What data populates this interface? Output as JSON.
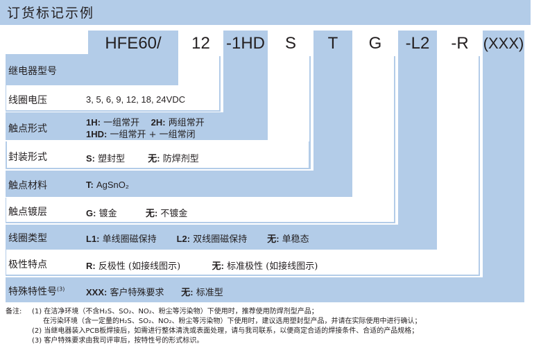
{
  "title": "订货标记示例",
  "codes": [
    "HFE60/",
    "12",
    "-1HD",
    "S",
    "T",
    "G",
    "-L2",
    "-R",
    "(XXX)"
  ],
  "rows": [
    {
      "label": "继电器型号",
      "desc": ""
    },
    {
      "label": "线圈电压",
      "desc": "3, 5, 6, 9, 12, 18, 24VDC"
    },
    {
      "label": "触点形式",
      "desc_1a_key": "1H:",
      "desc_1a_val": "一组常开",
      "desc_1b_key": "2H:",
      "desc_1b_val": "两组常开",
      "desc_2_key": "1HD:",
      "desc_2_val": "一组常开 + 一组常闭"
    },
    {
      "label": "封装形式",
      "desc_a_key": "S:",
      "desc_a_val": "塑封型",
      "desc_b_key": "无:",
      "desc_b_val": "防焊剂型"
    },
    {
      "label": "触点材料",
      "desc_a_key": "T:",
      "desc_a_val": "AgSnO₂"
    },
    {
      "label": "触点镀层",
      "desc_a_key": "G:",
      "desc_a_val": "镀金",
      "desc_b_key": "无:",
      "desc_b_val": "不镀金"
    },
    {
      "label": "线圈类型",
      "desc_a_key": "L1:",
      "desc_a_val": "单线圈磁保持",
      "desc_b_key": "L2:",
      "desc_b_val": "双线圈磁保持",
      "desc_c_key": "无:",
      "desc_c_val": "单稳态"
    },
    {
      "label": "极性特点",
      "desc_a_key": "R:",
      "desc_a_val": "反极性 (如接线图示)",
      "desc_b_key": "无:",
      "desc_b_val": "标准极性 (如接线图示)"
    },
    {
      "label": "特殊特性号",
      "label_sup": "(3)",
      "desc_a_key": "XXX:",
      "desc_a_val": "客户特殊要求",
      "desc_b_key": "无:",
      "desc_b_val": "标准型"
    }
  ],
  "notes": {
    "prefix": "备注:",
    "n1a": "(1) 在洁净环境（不含H₂S、SO₂、NO₂、粉尘等污染物）下使用时，推荐使用防焊剂型产品；",
    "n1b": "在污染环境（含一定量的H₂S、SO₂、NO₂、粉尘等污染物）下使用时，建议选用塑封型产品，并请在实际使用中进行确认；",
    "n2": "(2) 当继电器装入PCB板焊接后，如需进行整体清洗或表面处理，请与我司联系，以便商定合适的焊接条件、合适的产品规格；",
    "n3": "(3) 客户特殊要求由我司评审后，按特性号的形式标识。"
  },
  "colors": {
    "band": "#b3cce8",
    "text": "#231f20"
  }
}
